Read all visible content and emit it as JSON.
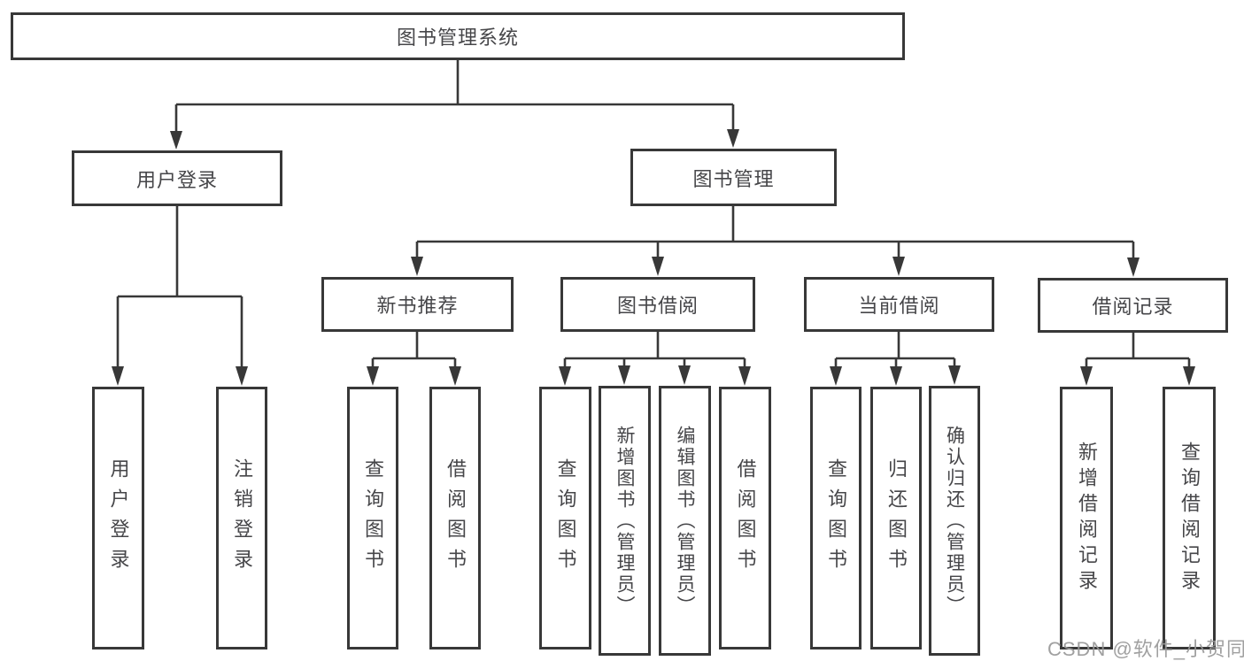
{
  "diagram": {
    "root": "图书管理系统",
    "branches": [
      {
        "label": "用户登录",
        "children": [
          "用户登录",
          "注销登录"
        ]
      },
      {
        "label": "图书管理",
        "groups": [
          {
            "label": "新书推荐",
            "children": [
              "查询图书",
              "借阅图书"
            ]
          },
          {
            "label": "图书借阅",
            "children": [
              "查询图书",
              "新增图书（管理员）",
              "编辑图书（管理员）",
              "借阅图书"
            ]
          },
          {
            "label": "当前借阅",
            "children": [
              "查询图书",
              "归还图书",
              "确认归还（管理员）"
            ]
          },
          {
            "label": "借阅记录",
            "children": [
              "新增借阅记录",
              "查询借阅记录"
            ]
          }
        ]
      }
    ]
  },
  "colors": {
    "line": "#383838",
    "text": "#464649",
    "watermark": "#989898",
    "background": "#ffffff"
  },
  "watermark": "CSDN @软件_小贺同学"
}
